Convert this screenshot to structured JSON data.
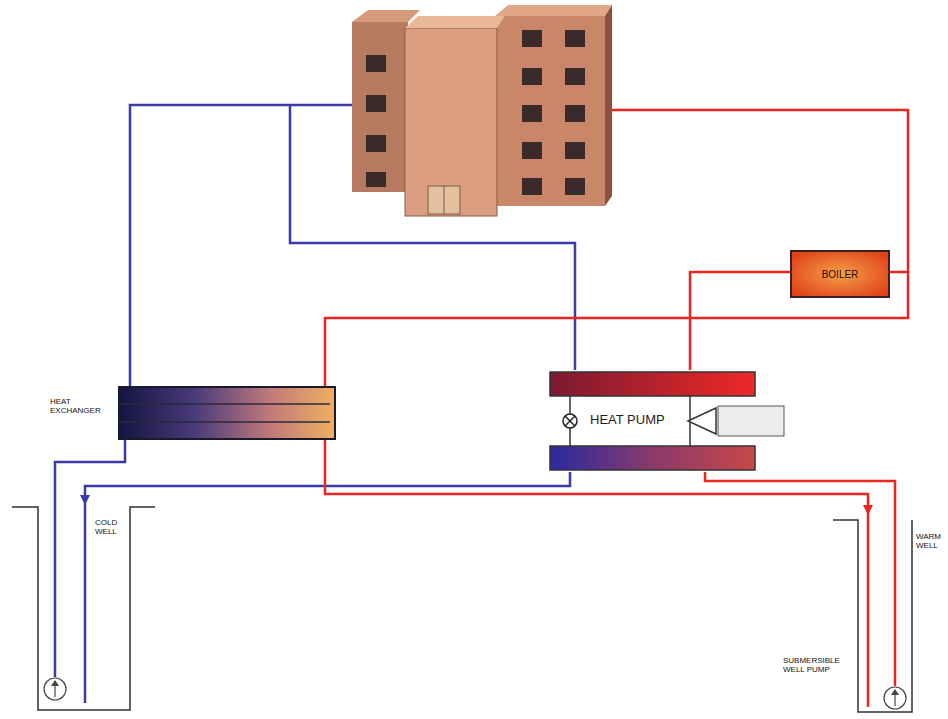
{
  "diagram": {
    "nodes": [
      {
        "text": [
          "BOILER"
        ]
      },
      {
        "text": [
          "HEAT EXCHANGER"
        ]
      },
      {
        "text": [
          "HEAT PUMP"
        ]
      },
      {
        "text": [
          "COLD WELL"
        ]
      },
      {
        "text": [
          "WARM WELL",
          "SUBMERSIBLE WELL PUMP"
        ]
      }
    ],
    "edges": [
      {
        "from": 1,
        "to": 3,
        "arrow": "none"
      },
      {
        "from": 2,
        "to": 3,
        "arrow": "to"
      },
      {
        "from": 1,
        "to": 4,
        "arrow": "to"
      },
      {
        "from": 4,
        "to": 2,
        "arrow": "none"
      },
      {
        "from": 0,
        "to": 2,
        "arrow": "none"
      }
    ]
  }
}
